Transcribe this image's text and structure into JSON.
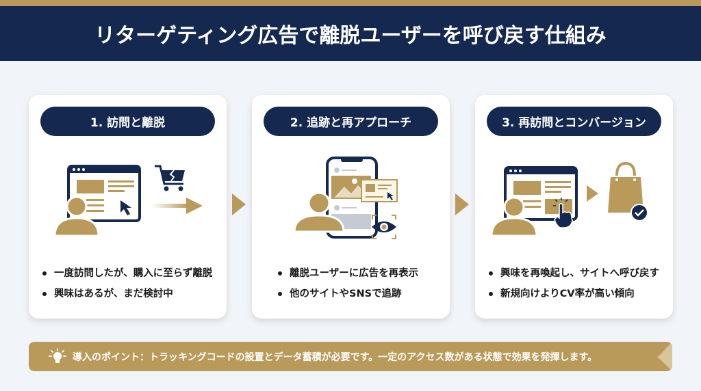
{
  "header": {
    "title": "リターゲティング広告で離脱ユーザーを呼び戻す仕組み"
  },
  "colors": {
    "navy": "#142850",
    "gold": "#b99a5a",
    "background": "#f1f4f8",
    "card": "#ffffff"
  },
  "steps": [
    {
      "label": "1. 訪問と離脱",
      "icon": "user-browser-abandoned-cart-icon",
      "bullets": [
        "一度訪問したが、購入に至らず離脱",
        "興味はあるが、まだ検討中"
      ]
    },
    {
      "label": "2. 追跡と再アプローチ",
      "icon": "user-smartphone-ad-tracking-eye-icon",
      "bullets": [
        "離脱ユーザーに広告を再表示",
        "他のサイトやSNSで追跡"
      ]
    },
    {
      "label": "3. 再訪問とコンバージョン",
      "icon": "user-browser-click-shopping-bag-check-icon",
      "bullets": [
        "興味を再喚起し、サイトへ呼び戻す",
        "新規向けよりCV率が高い傾向"
      ]
    }
  ],
  "banner": {
    "icon": "lightbulb-icon",
    "text": "導入のポイント：トラッキングコードの設置とデータ蓄積が必要です。一定のアクセス数がある状態で効果を発揮します。"
  }
}
